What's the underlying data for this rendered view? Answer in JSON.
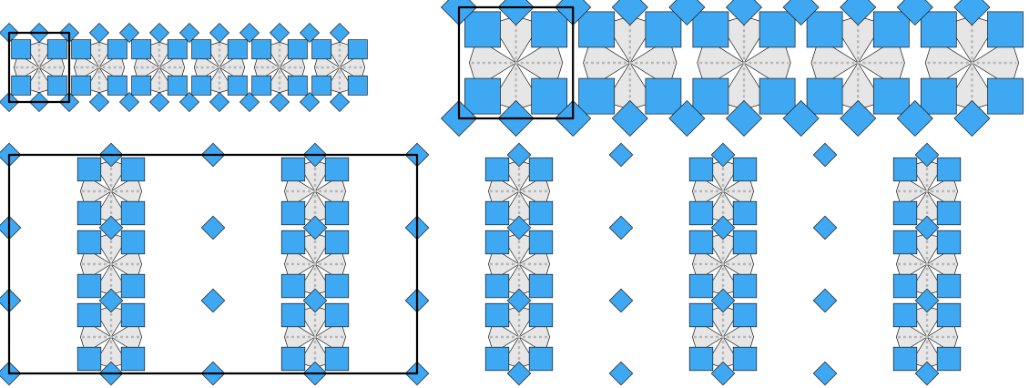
{
  "figure": {
    "tile_colors": {
      "square": "#3fa8f2",
      "rhombus": "#e6e6e6",
      "edge": "#1a1a1a",
      "decoration": "#b7b7b7",
      "supertile_outline": "#000000"
    },
    "panels": [
      {
        "name": "strip-small",
        "rows": 1,
        "cols": 6,
        "highlight_cols": 1
      },
      {
        "name": "strip-medium",
        "rows": 1,
        "cols": 5,
        "highlight_cols": 1
      },
      {
        "name": "patch-large",
        "rows": 3,
        "cols": 5,
        "highlight_cols": 2
      }
    ]
  }
}
